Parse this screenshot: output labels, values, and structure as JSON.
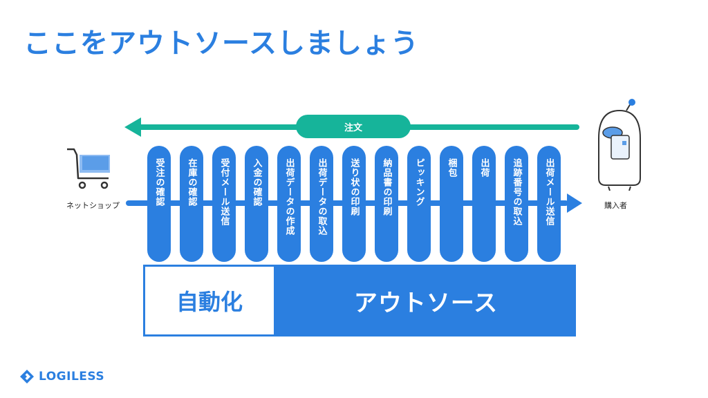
{
  "title": "ここをアウトソースしましょう",
  "order_label": "注文",
  "shop_label": "ネットショップ",
  "buyer_label": "購入者",
  "steps": [
    "受注の確認",
    "在庫の確認",
    "受付メール送信",
    "入金の確認",
    "出荷データの作成",
    "出荷データの取込",
    "送り状の印刷",
    "納品書の印刷",
    "ピッキング",
    "梱包",
    "出荷",
    "追跡番号の取込",
    "出荷メール送信"
  ],
  "automation_label": "自動化",
  "outsource_label": "アウトソース",
  "logo_text": "LOGILESS",
  "colors": {
    "blue": "#2b7fe0",
    "green": "#16b49a"
  },
  "icons": [
    "shopping-cart-icon",
    "robot-character-icon",
    "logiless-logo-icon"
  ]
}
